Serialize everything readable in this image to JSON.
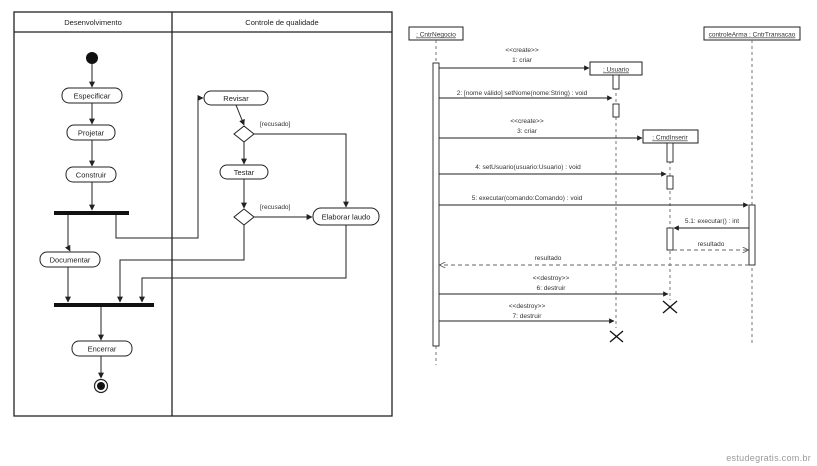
{
  "activity": {
    "lane_left_title": "Desenvolvimento",
    "lane_right_title": "Controle de qualidade",
    "actions": {
      "especificar": "Especificar",
      "projetar": "Projetar",
      "construir": "Construir",
      "documentar": "Documentar",
      "encerrar": "Encerrar",
      "revisar": "Revisar",
      "testar": "Testar",
      "elaborar_laudo": "Elaborar laudo"
    },
    "guard_1": "[recusado]",
    "guard_2": "[recusado]"
  },
  "sequence": {
    "lifelines": {
      "ctrl_negocio": ": CntrNegocio",
      "usuario": ": Usuario",
      "cmd_inserir": ": CmdInserir",
      "transacao": "controleArma : CntrTransacao"
    },
    "messages": {
      "m1_stereo": "<<create>>",
      "m1": "1: criar",
      "m2": "2: [nome válido] setNome(nome:String) : void",
      "m3_stereo": "<<create>>",
      "m3": "3: criar",
      "m4": "4: setUsuario(usuario:Usuario) : void",
      "m5": "5: executar(comando:Comando) : void",
      "m51": "5.1: executar() : int",
      "m51_return": "resultado",
      "m5_return": "resultado",
      "m6_stereo": "<<destroy>>",
      "m6": "6: destruir",
      "m7_stereo": "<<destroy>>",
      "m7": "7: destruir"
    }
  },
  "watermark": "estudegratis.com.br"
}
